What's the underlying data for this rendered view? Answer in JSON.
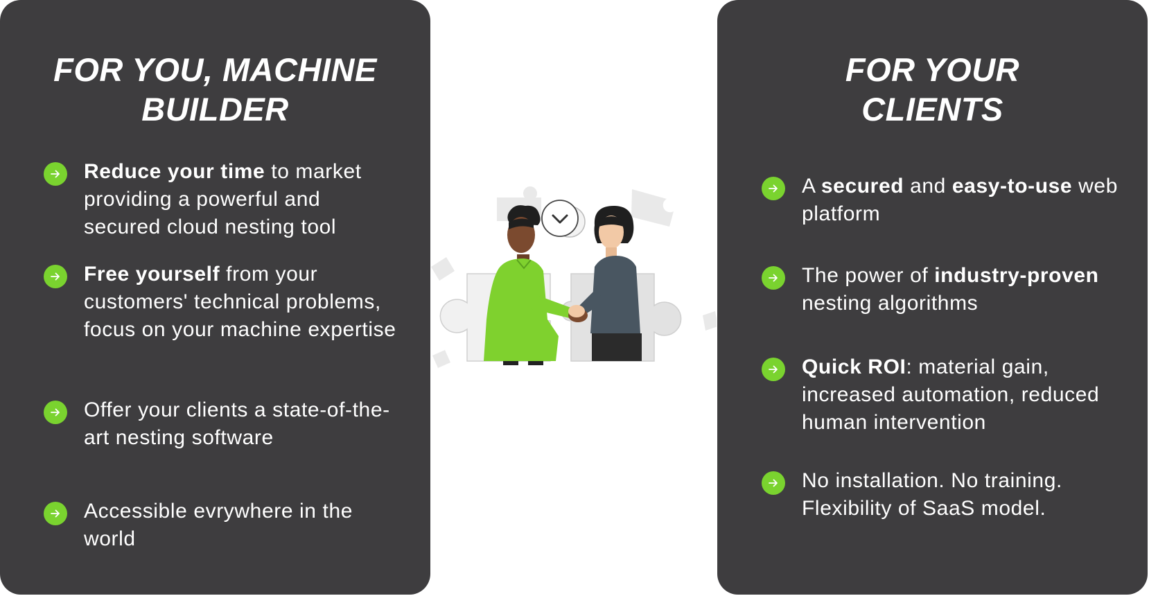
{
  "left_card": {
    "title": "FOR YOU, MACHINE BUILDER",
    "items": [
      {
        "bold": "Reduce your time",
        "rest": " to market providing a powerful and secured cloud nesting tool"
      },
      {
        "bold": "Free yourself",
        "rest": " from your customers' technical problems, focus on your machine expertise"
      },
      {
        "bold": "",
        "rest": "Offer your clients a state-of-the-art nesting software"
      },
      {
        "bold": "",
        "rest": "Accessible evrywhere in the world"
      }
    ]
  },
  "right_card": {
    "title": "FOR YOUR CLIENTS",
    "items": [
      {
        "p1": "A ",
        "b1": "secured",
        "p2": " and ",
        "b2": "easy-to-use",
        "p3": " web platform"
      },
      {
        "p1": "The power of ",
        "b1": "industry-proven",
        "p2": " nesting algorithms"
      },
      {
        "b1": "Quick ROI",
        "p1": ": material gain, increased automation, reduced human intervention"
      },
      {
        "p1": "No installation. No training. Flexibility of SaaS model."
      }
    ]
  },
  "icons": {
    "bullet": "arrow-right-circle-icon",
    "speech": "chevron-down-icon"
  },
  "colors": {
    "card_bg": "#3e3d3f",
    "accent": "#7ad32f",
    "text": "#ffffff"
  }
}
